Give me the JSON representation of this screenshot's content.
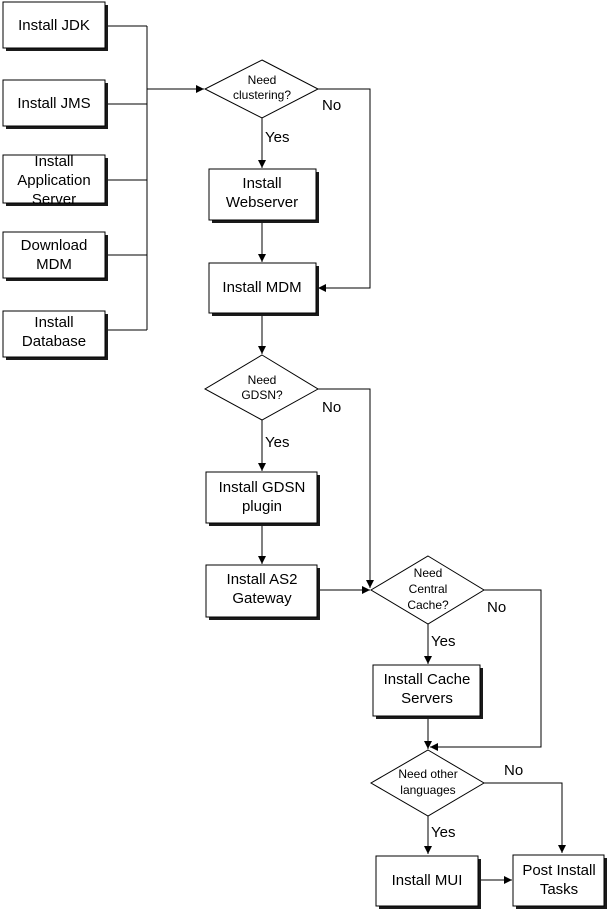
{
  "diagram": {
    "boxes": [
      {
        "id": "jdk",
        "lines": [
          "Install JDK"
        ]
      },
      {
        "id": "jms",
        "lines": [
          "Install JMS"
        ]
      },
      {
        "id": "appserver",
        "lines": [
          "Install",
          "Application",
          "Server"
        ]
      },
      {
        "id": "mdmdownload",
        "lines": [
          "Download",
          "MDM"
        ]
      },
      {
        "id": "database",
        "lines": [
          "Install",
          "Database"
        ]
      },
      {
        "id": "webserver",
        "lines": [
          "Install",
          "Webserver"
        ]
      },
      {
        "id": "mdm",
        "lines": [
          "Install MDM"
        ]
      },
      {
        "id": "gdsnplugin",
        "lines": [
          "Install GDSN",
          "plugin"
        ]
      },
      {
        "id": "as2",
        "lines": [
          "Install AS2",
          "Gateway"
        ]
      },
      {
        "id": "cache",
        "lines": [
          "Install Cache",
          "Servers"
        ]
      },
      {
        "id": "mui",
        "lines": [
          "Install MUI"
        ]
      },
      {
        "id": "post",
        "lines": [
          "Post Install",
          "Tasks"
        ]
      }
    ],
    "decisions": [
      {
        "id": "clustering",
        "lines": [
          "Need",
          "clustering?"
        ]
      },
      {
        "id": "gdsn",
        "lines": [
          "Need",
          "GDSN?"
        ]
      },
      {
        "id": "centralcache",
        "lines": [
          "Need",
          "Central",
          "Cache?"
        ]
      },
      {
        "id": "languages",
        "lines": [
          "Need other",
          "languages"
        ]
      }
    ],
    "labels": {
      "yes": "Yes",
      "no": "No"
    }
  }
}
